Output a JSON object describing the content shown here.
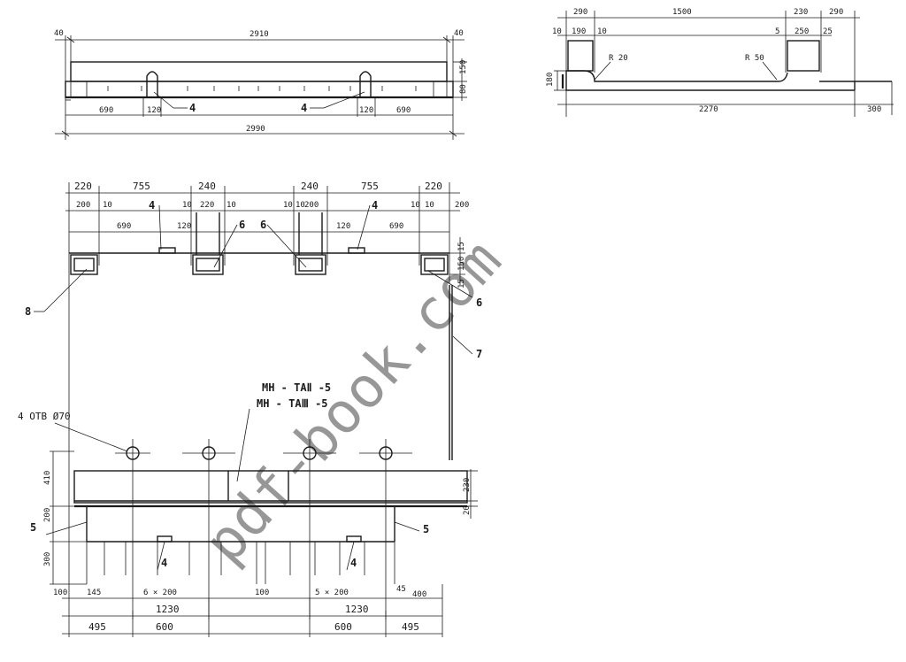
{
  "watermark": "pdf-book.com",
  "elevation": {
    "dims": {
      "left_edge": "40",
      "top_overall": "2910",
      "right_edge": "40",
      "right_h1": "150",
      "right_h2": "80",
      "left_seg": "690",
      "left_notch": "120",
      "right_notch": "120",
      "right_seg": "690",
      "bottom_overall": "2990"
    },
    "callouts": {
      "left": "4",
      "right": "4"
    }
  },
  "side_view": {
    "dims": {
      "top1": "290",
      "top2": "1500",
      "top3": "230",
      "top4": "290",
      "sub_10a": "10",
      "sub_190": "190",
      "sub_10b": "10",
      "sub_5": "5",
      "sub_250": "250",
      "sub_25": "25",
      "radius1": "R 20",
      "radius2": "R 50",
      "height": "180",
      "bottom1": "2270",
      "bottom2": "300"
    }
  },
  "plan": {
    "top_row": [
      "220",
      "755",
      "240",
      "240",
      "755",
      "220"
    ],
    "sub_row": [
      "200",
      "10",
      "10",
      "220",
      "10",
      "10",
      "10",
      "200",
      "10",
      "10",
      "200"
    ],
    "seg_690_left": "690",
    "seg_120_left": "120",
    "seg_120_right": "120",
    "seg_690_right": "690",
    "right_dims": [
      "15",
      "150",
      "15"
    ],
    "callouts": {
      "c8": "8",
      "c4a": "4",
      "c6a": "6",
      "c6b": "6",
      "c4b": "4",
      "c6c": "6",
      "c7": "7",
      "c5l": "5",
      "c5r": "5",
      "c4c": "4",
      "c4d": "4"
    },
    "mark1": "МН - ТАⅡ -5",
    "mark2": "МН - ТАⅢ -5",
    "holes_label": "4 ОТВ Ø70",
    "left_dims": [
      "410",
      "200",
      "300"
    ],
    "right_side_dims": [
      "230",
      "20"
    ],
    "bottom_row1": [
      "100",
      "145",
      "6 × 200",
      "100",
      "5 × 200",
      "45",
      "400"
    ],
    "bottom_row2": [
      "1230",
      "1230"
    ],
    "bottom_row3": [
      "495",
      "600",
      "600",
      "495"
    ]
  }
}
